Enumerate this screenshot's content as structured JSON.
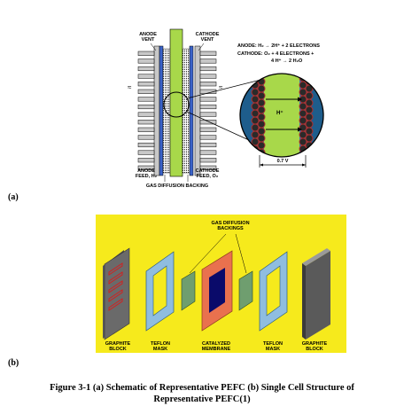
{
  "panel_a": {
    "letter": "(a)",
    "anode_vent": [
      "ANODE",
      "VENT"
    ],
    "cathode_vent": [
      "CATHODE",
      "VENT"
    ],
    "anode_reaction": "ANODE: H₂ → 2H⁺ + 2 ELECTRONS",
    "cathode_reaction_1": "CATHODE: O₂ + 4 ELECTRONS +",
    "cathode_reaction_2": "4 H⁺ → 2 H₂O",
    "proton_label": "H⁺",
    "voltage": "0.7 V",
    "anode_feed": [
      "ANODE",
      "FEED, H₂"
    ],
    "cathode_feed": [
      "CATHODE",
      "FEED, O₂"
    ],
    "gas_diffusion_backing": "GAS DIFFUSION BACKING",
    "colors": {
      "membrane": "#a8d84a",
      "plate": "#c8c8c8",
      "electrode": "#3a62c8",
      "catalyst": "#b03030"
    }
  },
  "panel_b": {
    "letter": "(b)",
    "gas_diffusion_backings": [
      "GAS DIFFUSION",
      "BACKINGS"
    ],
    "graphite_block_left": [
      "GRAPHITE",
      "BLOCK"
    ],
    "teflon_mask_left": [
      "TEFLON",
      "MASK"
    ],
    "catalyzed_membrane": [
      "CATALYZED",
      "MEMBRANE"
    ],
    "teflon_mask_right": [
      "TEFLON",
      "MASK"
    ],
    "graphite_block_right": [
      "GRAPHITE",
      "BLOCK"
    ],
    "colors": {
      "background": "#f6ea1c",
      "graphite": "#6a6a6a",
      "teflon": "#8fbde0",
      "backing": "#6f9e6f",
      "membrane": "#e9714e",
      "catalyst": "#0a0a6a",
      "flow_channels": "#d22020"
    }
  },
  "caption": {
    "line1": "Figure 3-1  (a) Schematic of Representative PEFC (b) Single Cell Structure of",
    "line2": "Representative PEFC(1)"
  }
}
